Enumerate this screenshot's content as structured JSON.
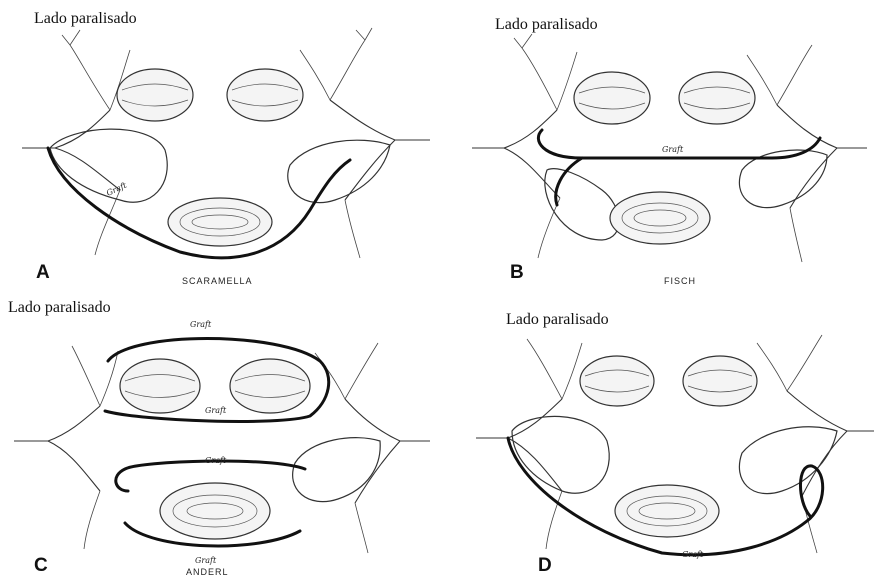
{
  "panels": [
    {
      "heading": "Lado paralisado",
      "letter": "A",
      "author": "SCARAMELLA",
      "graft_labels": [
        "Graft"
      ]
    },
    {
      "heading": "Lado paralisado",
      "letter": "B",
      "author": "FISCH",
      "graft_labels": [
        "Graft"
      ]
    },
    {
      "heading": "Lado paralisado",
      "letter": "C",
      "author": "ANDERL",
      "graft_labels": [
        "Graft",
        "Graft",
        "Graft",
        "Graft"
      ]
    },
    {
      "heading": "Lado paralisado",
      "letter": "D",
      "author": "",
      "graft_labels": [
        "Graft"
      ]
    }
  ]
}
